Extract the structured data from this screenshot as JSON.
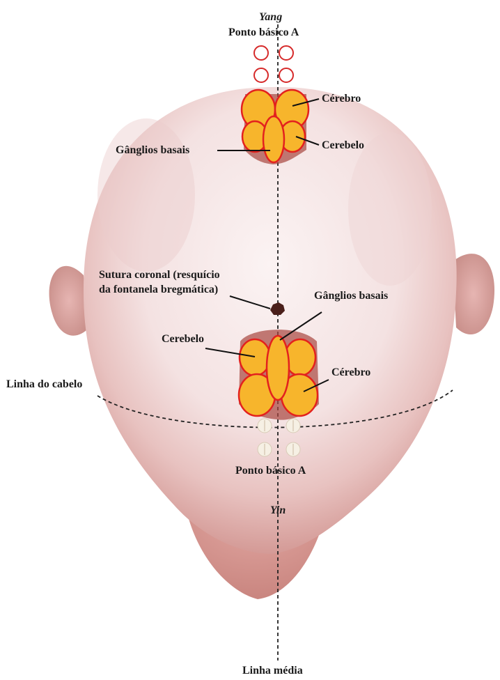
{
  "labels": {
    "yang": "Yang",
    "yin": "Yin",
    "ponto_basico_top": "Ponto básico A",
    "ponto_basico_bottom": "Ponto básico A",
    "cerebro_top": "Cérebro",
    "cerebelo_top": "Cerebelo",
    "ganglios_top": "Gânglios basais",
    "sutura_line1": "Sutura coronal (resquício",
    "sutura_line2": "da fontanela bregmática)",
    "ganglios_bottom": "Gânglios basais",
    "cerebelo_bottom": "Cerebelo",
    "cerebro_bottom": "Cérebro",
    "linha_cabelo": "Linha do cabelo",
    "linha_media": "Linha média"
  },
  "colors": {
    "zone_fill": "#f7b52c",
    "zone_stroke": "#e3211e",
    "point_red": "#d62a2a",
    "point_white": "#f6f0e4",
    "skin_light": "#f6e6e6",
    "skin_mid": "#e9bfbd",
    "skin_dark": "#c98a86",
    "suture": "#4a1f1a"
  }
}
